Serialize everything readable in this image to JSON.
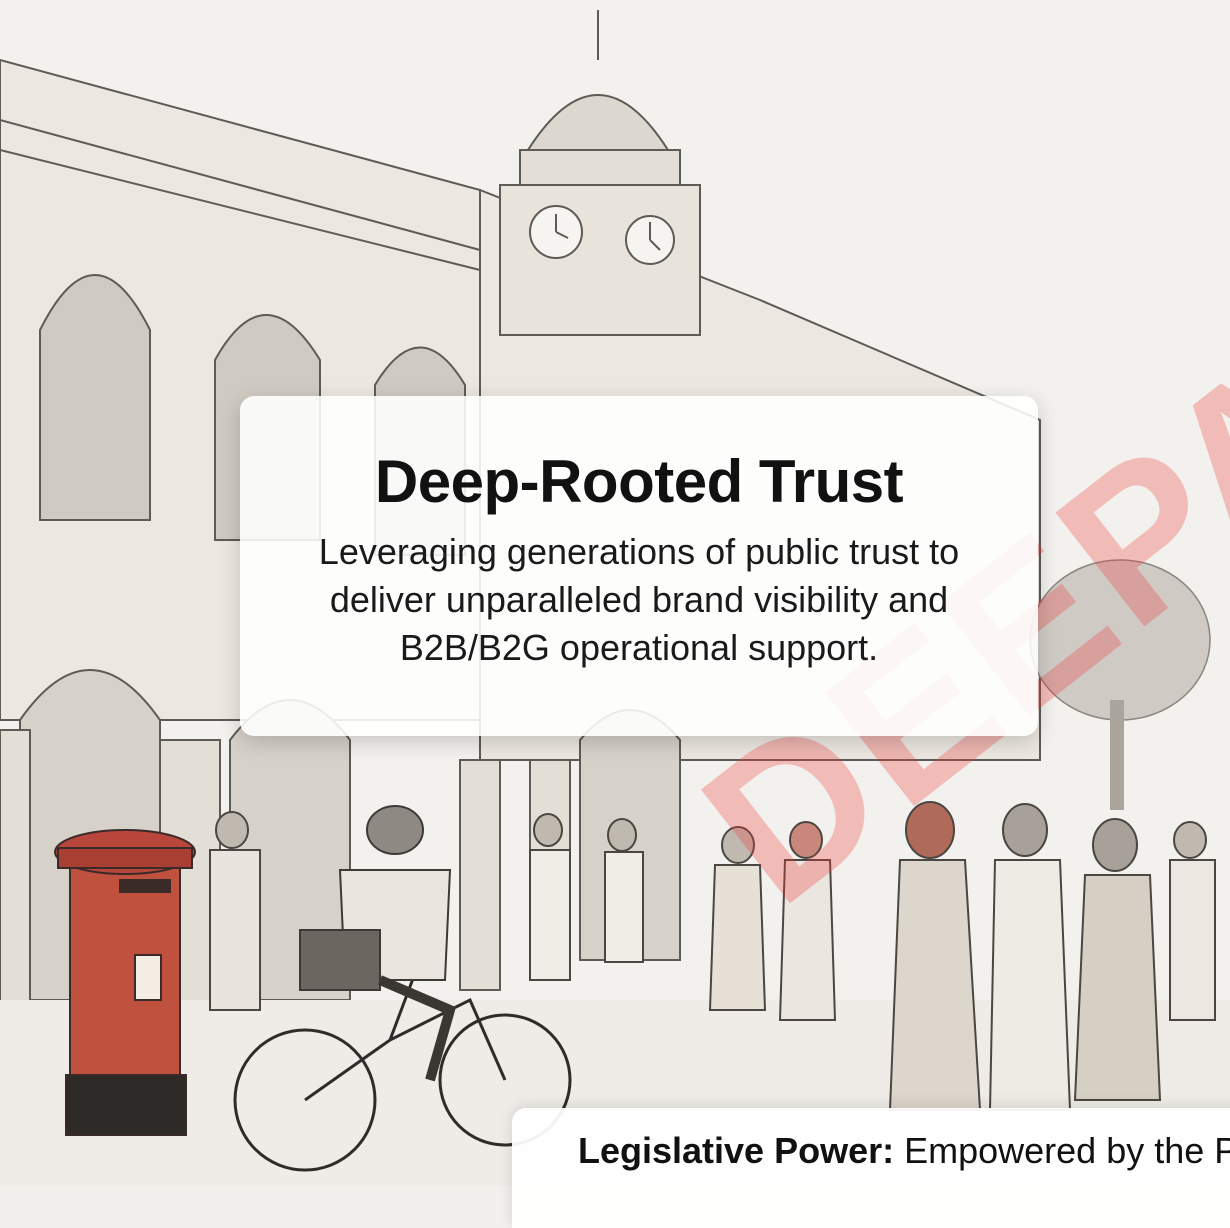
{
  "slide": {
    "title": "Deep-Rooted Trust",
    "subtitle": "Leveraging generations of public trust to deliver unparalleled brand visibility and B2B/B2G operational support.",
    "bottom_label": "Legislative Power:",
    "bottom_text": " Empowered by the P",
    "watermark": "DEEPA"
  },
  "illustration": {
    "subject": "sketch of historic colonial post office with clock tower, red post box, postman on bicycle and townspeople",
    "accent_color": "#b8463a"
  }
}
